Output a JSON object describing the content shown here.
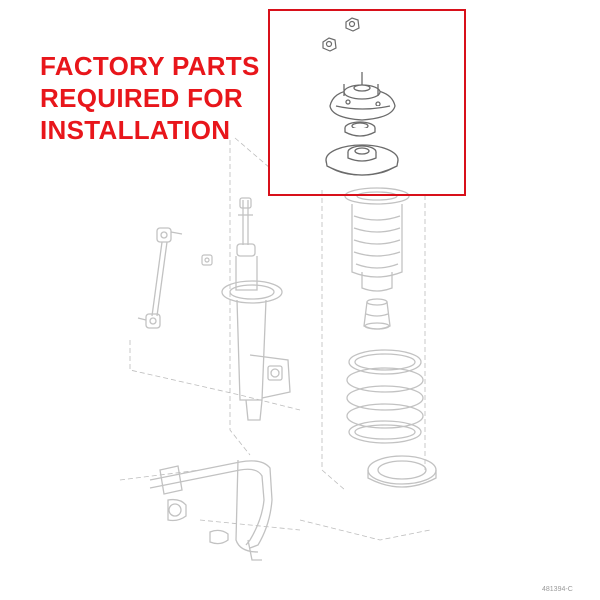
{
  "callout": {
    "lines": [
      "FACTORY PARTS",
      "REQUIRED FOR",
      "INSTALLATION"
    ],
    "text_color": "#e8161b",
    "box_color": "#d8101a"
  },
  "reference_number": "481394-C",
  "colors": {
    "highlighted_parts": "#6b6b6b",
    "faded_parts": "#c2c2c2",
    "guide_lines": "#bdbdbd"
  }
}
